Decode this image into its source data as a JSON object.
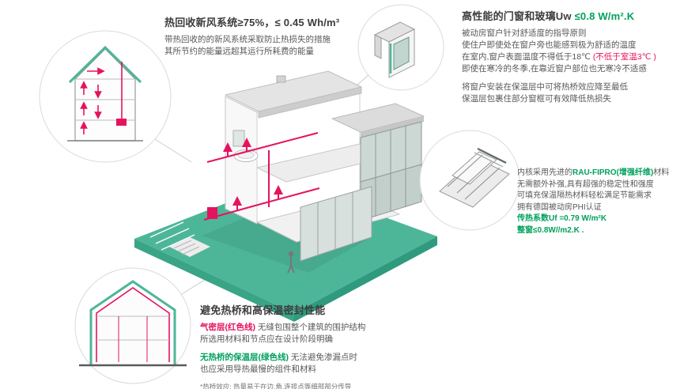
{
  "colors": {
    "teal_platform": "#4db699",
    "accent_red": "#e5135f",
    "accent_green": "#00a05c",
    "text_dark": "#3c3c3c",
    "text_body": "#595959"
  },
  "sections": {
    "hrv": {
      "title": "热回收新风系统≥75%，≤ 0.45 Wh/m³",
      "line1": "带热回收的的新风系统采取防止热损失的措施",
      "line2": "其所节约的能量远超其运行所耗费的能量"
    },
    "windows": {
      "title_prefix": "高性能的门窗和玻璃Uw ",
      "title_value": "≤0.8 W/m².K",
      "p1l1": "被动房窗户针对舒适度的指导原则",
      "p1l2": "使住户即使处在窗户旁也能感到极为舒适的温度",
      "p1l3a": "在室内,窗户表面温度不得低于18℃ ",
      "p1l3b": "(不低于室温3℃ )",
      "p1l4": "即使在寒冷的冬季,在靠近窗户部位也无寒冷不适感",
      "p2l1": "将窗户安装在保温层中可将热桥效应降至最低",
      "p2l2": "保温层包裹住部分窗框可有效降低热损失"
    },
    "frame": {
      "l1a": "内核采用先进的",
      "l1b": "RAU-FIPRO(增强纤维)",
      "l1c": "材料",
      "l2": "无需额外补强,具有超强的稳定性和强度",
      "l3": "可填充保温隔热材料轻松满足节能需求",
      "l4": "拥有德国被动房PHI认证",
      "l5": "传热系数Uf =0.79 W/m²K",
      "l6": "整窗≤0.8W//m2.K ."
    },
    "thermal": {
      "title": "避免热桥和高保温密封性能",
      "l1a": "气密层(红色线)",
      "l1b": " 无缝包围整个建筑的围护结构",
      "l2": "所选用材料和节点应在设计阶段明确",
      "l3a": "无热桥的保温层(绿色线)",
      "l3b": " 无法避免渗漏点时",
      "l4": "也应采用导热最慢的组件和材料",
      "note": "*热桥效应: 热量易于在边,角,连接点等细部部分传导"
    }
  }
}
